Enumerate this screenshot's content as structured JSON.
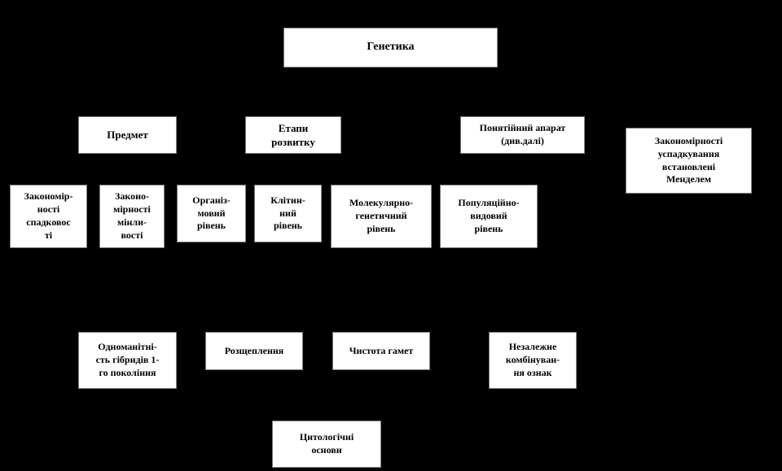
{
  "diagram": {
    "title": "Генетика",
    "background_color": "#000000",
    "node_fill": "#ffffff",
    "node_border": "#7f7f7f",
    "text_color": "#000000",
    "nodes": {
      "genetics": "Генетика",
      "subject": "Предмет",
      "stages": "Етапи\nрозвитку",
      "concepts": "Понятійний апарат\n(див.далі)",
      "mendel": "Закономірності\nуспадкування\nвстановлені\nМенделем",
      "heredity": "Закономір-\nності\nспадковос\nті",
      "variability": "Законо-\nмірності\nмінли-\nвості",
      "organism": "Організ-\nмовий\nрівень",
      "cell": "Клітин-\nний\nрівень",
      "molecular": "Молекулярно-\nгенетичний\nрівень",
      "population": "Популяційно-\nвидовий\nрівень",
      "uniformity": "Одноманітні-\nсть гібридів  1-\nго покоління",
      "splitting": "Розщеплення",
      "gamete_purity": "Чистота гамет",
      "independent": "Незалежне\nкомбінуван-\nня ознак",
      "cytology": "Цитологічні\nоснови"
    }
  }
}
